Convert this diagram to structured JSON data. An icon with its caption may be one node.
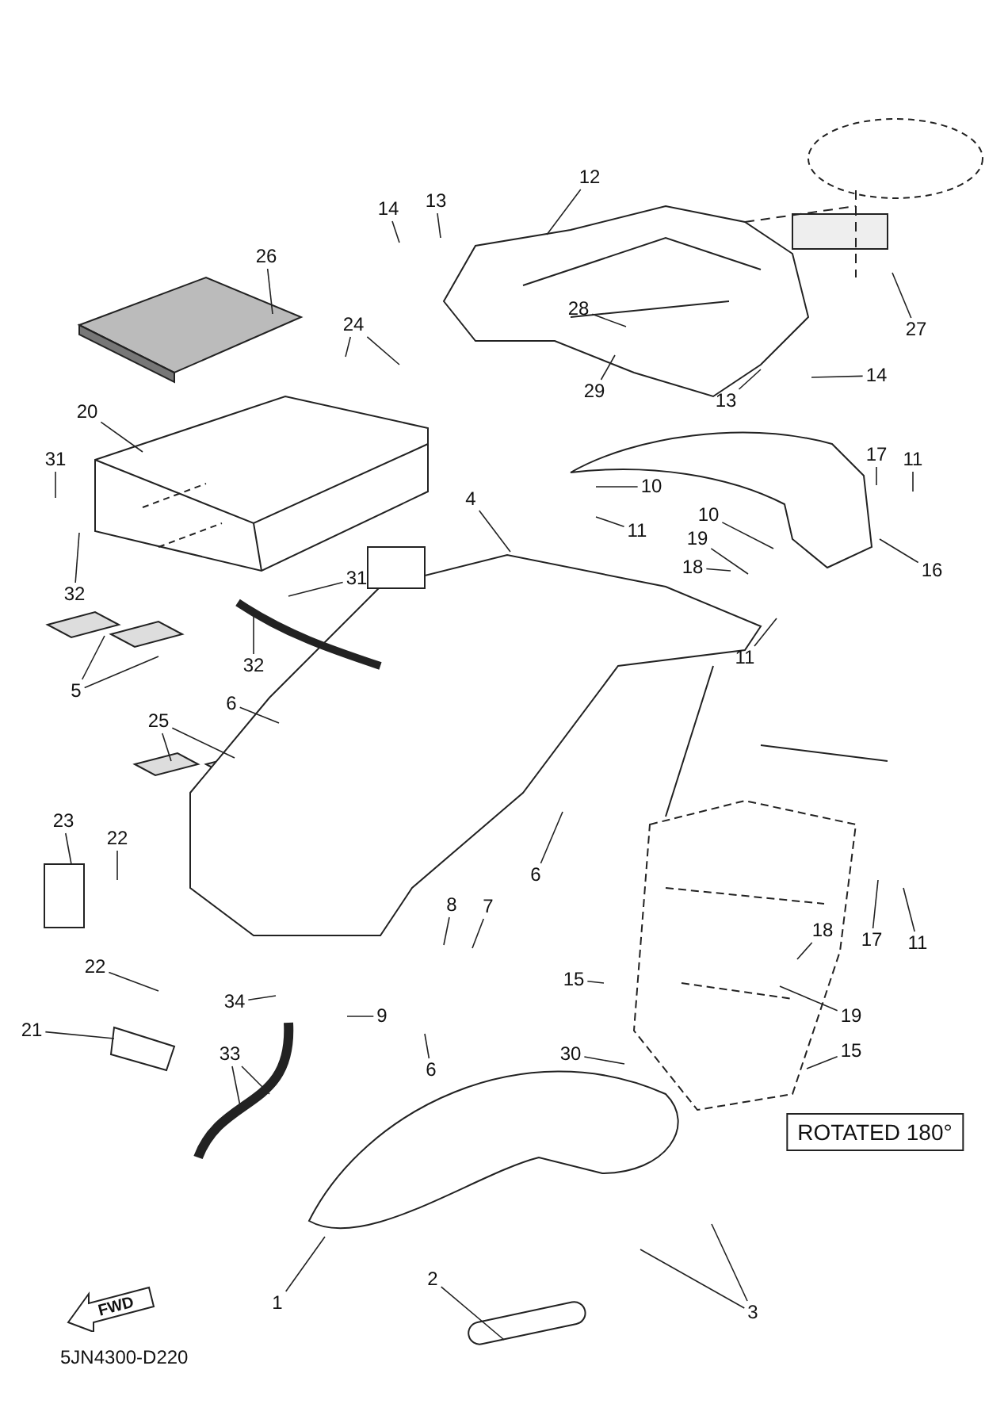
{
  "diagram": {
    "nodes": [
      {
        "text": [
          "12"
        ]
      },
      {
        "text": [
          "14"
        ]
      },
      {
        "text": [
          "13"
        ]
      },
      {
        "text": [
          "26"
        ]
      },
      {
        "text": [
          "28"
        ]
      },
      {
        "text": [
          "24"
        ]
      },
      {
        "text": [
          "27"
        ]
      },
      {
        "text": [
          "14"
        ]
      },
      {
        "text": [
          "29"
        ]
      },
      {
        "text": [
          "13"
        ]
      },
      {
        "text": [
          "20"
        ]
      },
      {
        "text": [
          "17"
        ]
      },
      {
        "text": [
          "11"
        ]
      },
      {
        "text": [
          "31"
        ]
      },
      {
        "text": [
          "10"
        ]
      },
      {
        "text": [
          "4"
        ]
      },
      {
        "text": [
          "10"
        ]
      },
      {
        "text": [
          "11"
        ]
      },
      {
        "text": [
          "19"
        ]
      },
      {
        "text": [
          "18"
        ]
      },
      {
        "text": [
          "16"
        ]
      },
      {
        "text": [
          "31"
        ]
      },
      {
        "text": [
          "32"
        ]
      },
      {
        "text": [
          "11"
        ]
      },
      {
        "text": [
          "32"
        ]
      },
      {
        "text": [
          "5"
        ]
      },
      {
        "text": [
          "6"
        ]
      },
      {
        "text": [
          "25"
        ]
      },
      {
        "text": [
          "23"
        ]
      },
      {
        "text": [
          "22"
        ]
      },
      {
        "text": [
          "6"
        ]
      },
      {
        "text": [
          "8"
        ]
      },
      {
        "text": [
          "7"
        ]
      },
      {
        "text": [
          "18"
        ]
      },
      {
        "text": [
          "17"
        ]
      },
      {
        "text": [
          "11"
        ]
      },
      {
        "text": [
          "22"
        ]
      },
      {
        "text": [
          "15"
        ]
      },
      {
        "text": [
          "34"
        ]
      },
      {
        "text": [
          "9"
        ]
      },
      {
        "text": [
          "19"
        ]
      },
      {
        "text": [
          "21"
        ]
      },
      {
        "text": [
          "30"
        ]
      },
      {
        "text": [
          "15"
        ]
      },
      {
        "text": [
          "33"
        ]
      },
      {
        "text": [
          "6"
        ]
      },
      {
        "text": [
          "ROTATED 180°"
        ]
      },
      {
        "text": [
          "2"
        ]
      },
      {
        "text": [
          "1"
        ]
      },
      {
        "text": [
          "3"
        ]
      },
      {
        "text": [
          "FWD"
        ]
      }
    ],
    "edges": [
      {
        "from": 0,
        "to": null,
        "arrow": "none"
      },
      {
        "from": 1,
        "to": null,
        "arrow": "none"
      },
      {
        "from": 2,
        "to": null,
        "arrow": "none"
      },
      {
        "from": 3,
        "to": null,
        "arrow": "none"
      },
      {
        "from": 4,
        "to": null,
        "arrow": "none"
      },
      {
        "from": 5,
        "to": null,
        "arrow": "none"
      },
      {
        "from": 5,
        "to": null,
        "arrow": "none"
      },
      {
        "from": 6,
        "to": null,
        "arrow": "none"
      },
      {
        "from": 7,
        "to": null,
        "arrow": "none"
      },
      {
        "from": 8,
        "to": null,
        "arrow": "none"
      },
      {
        "from": 9,
        "to": null,
        "arrow": "none"
      },
      {
        "from": 10,
        "to": null,
        "arrow": "none"
      },
      {
        "from": 11,
        "to": null,
        "arrow": "none"
      },
      {
        "from": 12,
        "to": null,
        "arrow": "none"
      },
      {
        "from": 13,
        "to": null,
        "arrow": "none"
      },
      {
        "from": 14,
        "to": null,
        "arrow": "none"
      },
      {
        "from": 15,
        "to": null,
        "arrow": "none"
      },
      {
        "from": 16,
        "to": null,
        "arrow": "none"
      },
      {
        "from": 17,
        "to": null,
        "arrow": "none"
      },
      {
        "from": 18,
        "to": null,
        "arrow": "none"
      },
      {
        "from": 19,
        "to": null,
        "arrow": "none"
      },
      {
        "from": 20,
        "to": null,
        "arrow": "none"
      },
      {
        "from": 21,
        "to": null,
        "arrow": "none"
      },
      {
        "from": 22,
        "to": null,
        "arrow": "none"
      },
      {
        "from": 23,
        "to": null,
        "arrow": "none"
      },
      {
        "from": 24,
        "to": null,
        "arrow": "none"
      },
      {
        "from": 25,
        "to": null,
        "arrow": "none"
      },
      {
        "from": 25,
        "to": null,
        "arrow": "none"
      },
      {
        "from": 26,
        "to": null,
        "arrow": "none"
      },
      {
        "from": 27,
        "to": null,
        "arrow": "none"
      },
      {
        "from": 27,
        "to": null,
        "arrow": "none"
      },
      {
        "from": 28,
        "to": null,
        "arrow": "none"
      },
      {
        "from": 29,
        "to": null,
        "arrow": "none"
      },
      {
        "from": 30,
        "to": null,
        "arrow": "none"
      },
      {
        "from": 31,
        "to": null,
        "arrow": "none"
      },
      {
        "from": 32,
        "to": null,
        "arrow": "none"
      },
      {
        "from": 33,
        "to": null,
        "arrow": "none"
      },
      {
        "from": 34,
        "to": null,
        "arrow": "none"
      },
      {
        "from": 35,
        "to": null,
        "arrow": "none"
      },
      {
        "from": 36,
        "to": null,
        "arrow": "none"
      },
      {
        "from": 37,
        "to": null,
        "arrow": "none"
      },
      {
        "from": 38,
        "to": null,
        "arrow": "none"
      },
      {
        "from": 39,
        "to": null,
        "arrow": "none"
      },
      {
        "from": 40,
        "to": null,
        "arrow": "none"
      },
      {
        "from": 41,
        "to": null,
        "arrow": "none"
      },
      {
        "from": 42,
        "to": null,
        "arrow": "none"
      },
      {
        "from": 43,
        "to": null,
        "arrow": "none"
      },
      {
        "from": 44,
        "to": null,
        "arrow": "none"
      },
      {
        "from": 44,
        "to": null,
        "arrow": "none"
      },
      {
        "from": 45,
        "to": null,
        "arrow": "none"
      },
      {
        "from": 47,
        "to": null,
        "arrow": "none"
      },
      {
        "from": 48,
        "to": null,
        "arrow": "none"
      },
      {
        "from": 49,
        "to": null,
        "arrow": "none"
      },
      {
        "from": 49,
        "to": null,
        "arrow": "none"
      }
    ],
    "labels": [
      "5JN4300-D220"
    ]
  }
}
